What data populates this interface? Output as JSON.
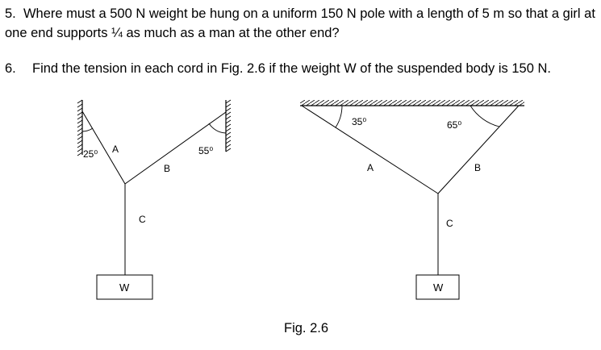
{
  "problems": [
    {
      "number": "5.",
      "text": "Where must a 500 N weight be hung on a uniform 150 N pole with a length of 5 m so that a girl at one end supports ¼ as much as a man at the other end?"
    },
    {
      "number": "6.",
      "text": "Find the tension in each cord in Fig. 2.6 if the weight W of the suspended body is 150 N."
    }
  ],
  "figure": {
    "caption": "Fig. 2.6",
    "left": {
      "angle_left": "25⁰",
      "angle_right": "55⁰",
      "cord_a": "A",
      "cord_b": "B",
      "cord_c": "C",
      "weight": "W"
    },
    "right": {
      "angle_left": "35⁰",
      "angle_right": "65⁰",
      "cord_a": "A",
      "cord_b": "B",
      "cord_c": "C",
      "weight": "W"
    }
  }
}
